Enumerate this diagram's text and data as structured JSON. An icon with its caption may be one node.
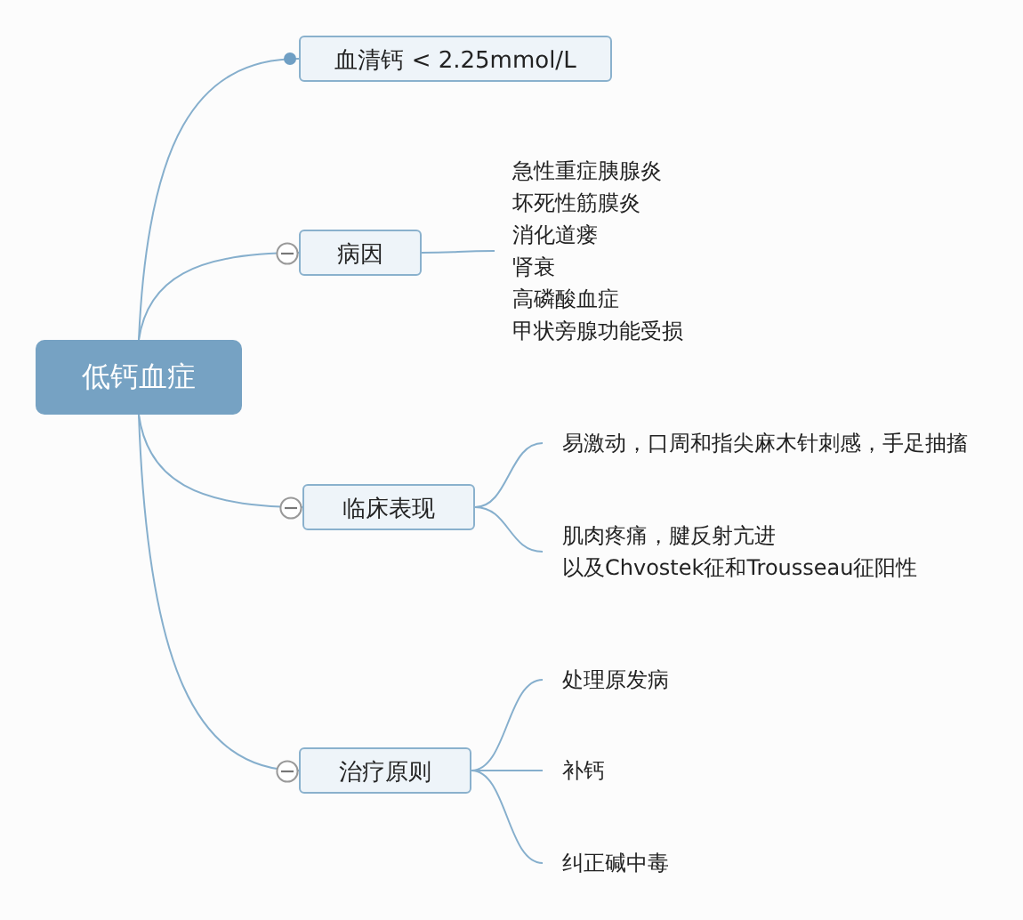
{
  "diagram": {
    "nodes": [
      {
        "text": [
          "低钙血症"
        ]
      },
      {
        "text": [
          "血清钙 < 2.25mmol/L"
        ]
      },
      {
        "text": [
          "病因"
        ]
      },
      {
        "text": [
          "急性重症胰腺炎",
          "坏死性筋膜炎",
          "消化道瘘",
          "肾衰",
          "高磷酸血症",
          "甲状旁腺功能受损"
        ]
      },
      {
        "text": [
          "临床表现"
        ]
      },
      {
        "text": [
          "易激动，口周和指尖麻木针刺感，手足抽搐"
        ]
      },
      {
        "text": [
          "肌肉疼痛，腱反射亢进",
          "以及Chvostek征和Trousseau征阳性"
        ]
      },
      {
        "text": [
          "治疗原则"
        ]
      },
      {
        "text": [
          "处理原发病"
        ]
      },
      {
        "text": [
          "补钙"
        ]
      },
      {
        "text": [
          "纠正碱中毒"
        ]
      }
    ],
    "edges": [
      {
        "from": 0,
        "to": 1,
        "arrow": "other"
      },
      {
        "from": 0,
        "to": 2,
        "arrow": "none"
      },
      {
        "from": 2,
        "to": 3,
        "arrow": "none"
      },
      {
        "from": 0,
        "to": 4,
        "arrow": "none"
      },
      {
        "from": 4,
        "to": 5,
        "arrow": "none"
      },
      {
        "from": 4,
        "to": 6,
        "arrow": "none"
      },
      {
        "from": 0,
        "to": 7,
        "arrow": "none"
      },
      {
        "from": 7,
        "to": 8,
        "arrow": "none"
      },
      {
        "from": 7,
        "to": 9,
        "arrow": "none"
      },
      {
        "from": 7,
        "to": 10,
        "arrow": "none"
      }
    ]
  }
}
